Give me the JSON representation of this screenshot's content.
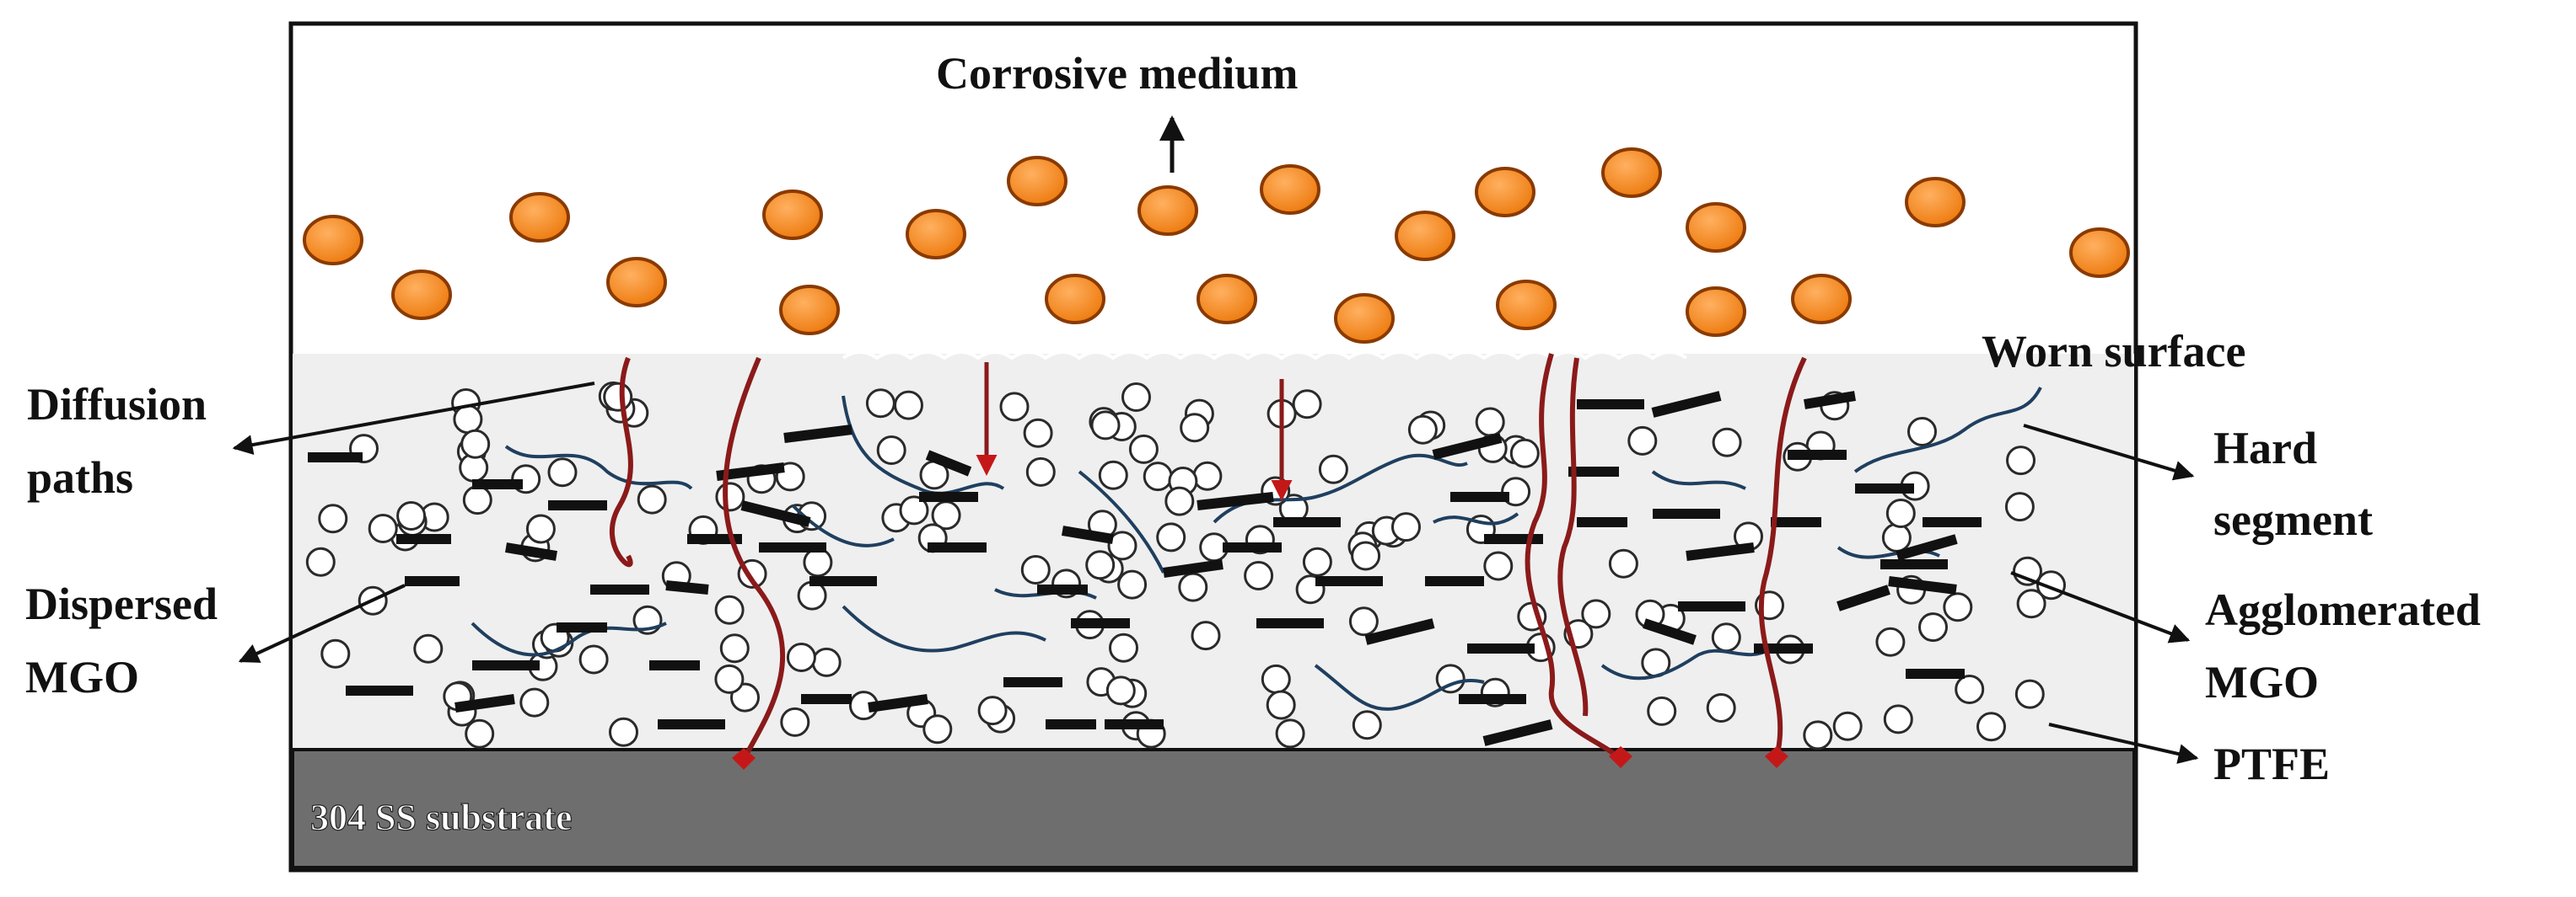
{
  "labels": {
    "corrosive_medium": "Corrosive medium",
    "worn_surface": "Worn surface",
    "diffusion_paths_1": "Diffusion",
    "diffusion_paths_2": "paths",
    "hard_segment_1": "Hard",
    "hard_segment_2": "segment",
    "dispersed_mgo_1": "Dispersed",
    "dispersed_mgo_2": "MGO",
    "agglomerated_mgo_1": "Agglomerated",
    "agglomerated_mgo_2": "MGO",
    "ptfe": "PTFE",
    "substrate": "304 SS substrate"
  },
  "colors": {
    "corrosive_particle_fill": "#f48c1e",
    "corrosive_particle_stroke": "#8a3a00",
    "coating_bg": "#efefef",
    "substrate": "#6e6e6e",
    "diffusion_path": "#8b1a1a",
    "hard_segment_line": "#1f3f5f",
    "mgo_bar": "#111111",
    "ptfe_stroke": "#2a2a2a"
  }
}
